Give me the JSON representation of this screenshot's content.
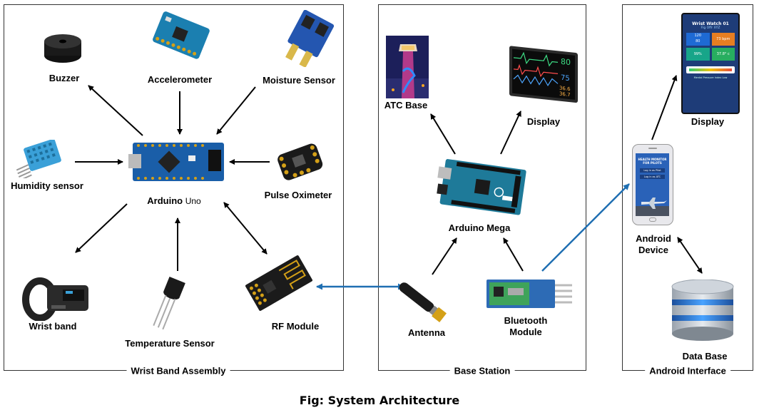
{
  "panels": {
    "wrist": "Wrist Band Assembly",
    "base": "Base Station",
    "android": "Android Interface"
  },
  "wrist_labels": {
    "buzzer": "Buzzer",
    "accelerometer": "Accelerometer",
    "moisture": "Moisture Sensor",
    "humidity": "Humidity sensor",
    "arduino_uno": "Arduino",
    "arduino_uno_suffix": "Uno",
    "pulse": "Pulse Oximeter",
    "wristband": "Wrist band",
    "temperature": "Temperature Sensor",
    "rf": "RF Module"
  },
  "base_labels": {
    "atc": "ATC Base",
    "display": "Display",
    "mega": "Arduino Mega",
    "antenna": "Antenna",
    "bluetooth_line1": "Bluetooth",
    "bluetooth_line2": "Module"
  },
  "android_labels": {
    "display": "Display",
    "device_line1": "Android",
    "device_line2": "Device",
    "database": "Data Base"
  },
  "watch_screen": {
    "title": "Wrist Watch 01",
    "subtitle": "Flg Offr XYZ",
    "bp": "120\n80",
    "bpm": "73 bpm",
    "spo2": "99%",
    "temp": "37.8° c",
    "footer": "Mental Pressure Index Low"
  },
  "phone_screen": {
    "title": "HEALTH MONITOR FOR PILOTS",
    "btn1": "Log in as Pilot",
    "btn2": "Log in as ATC"
  },
  "monitor_screen": {
    "v1": "80",
    "v2": "75",
    "v3": "36.6",
    "v4": "36.7"
  },
  "caption": "Fig: System Architecture",
  "colors": {
    "border": "#333333",
    "arrow_black": "#000000",
    "arrow_blue": "#1f6fb2",
    "board_blue": "#1a5ea8",
    "board_teal": "#1e7a99"
  }
}
